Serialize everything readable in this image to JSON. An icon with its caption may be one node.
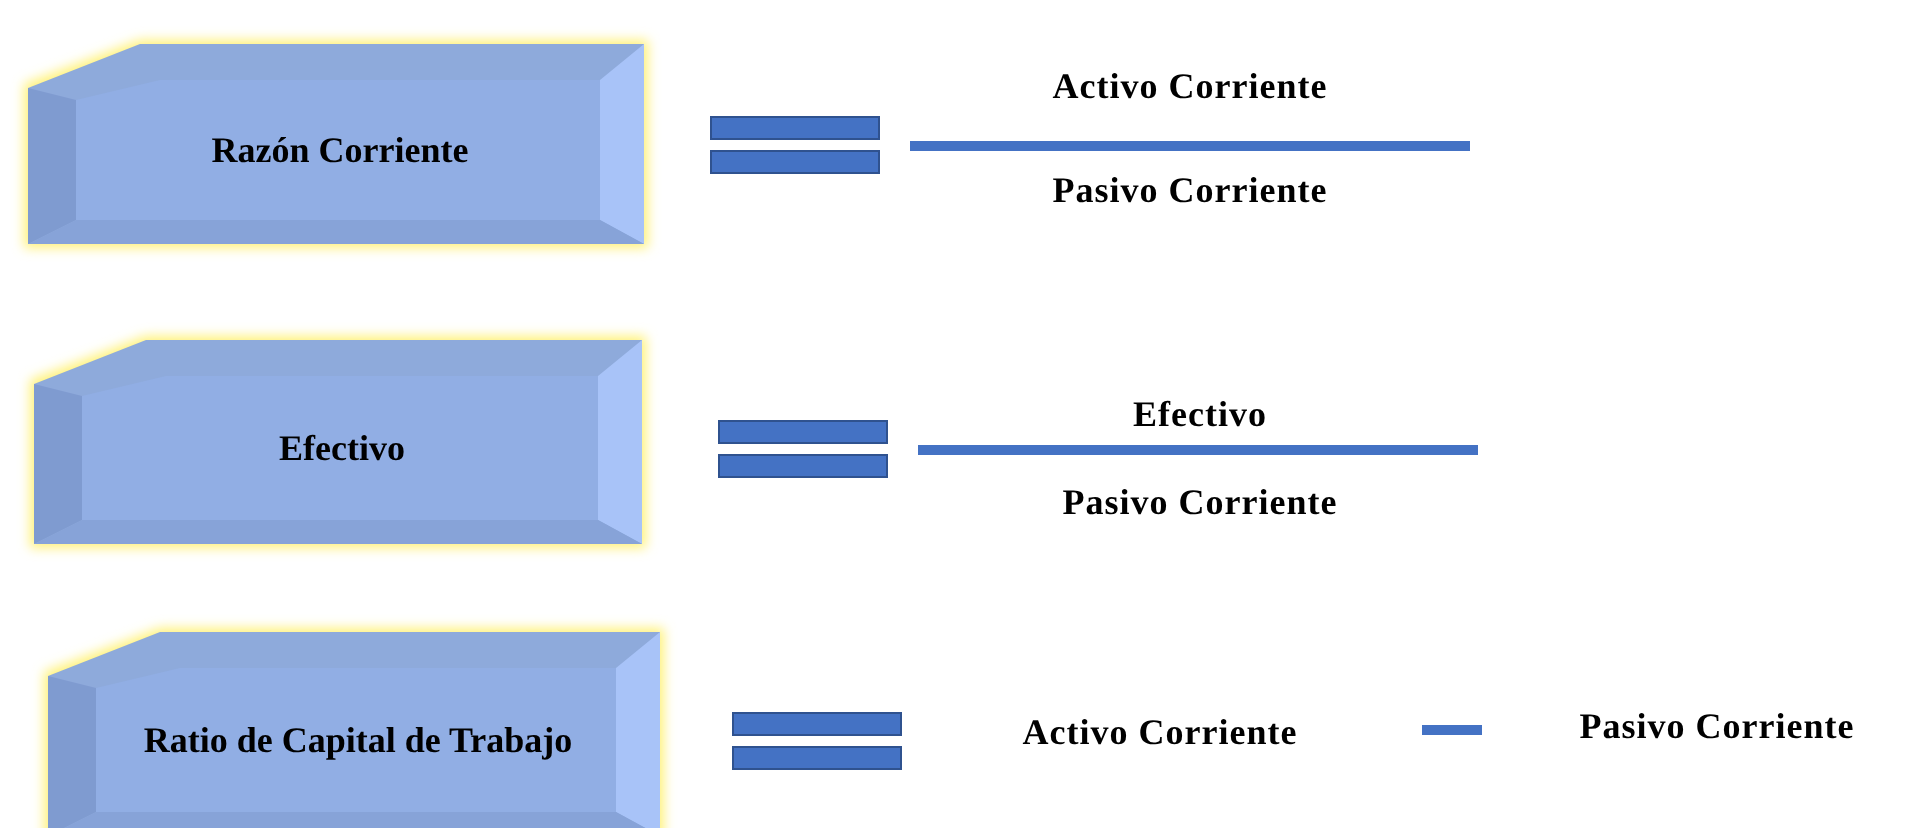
{
  "diagram": {
    "nodes": [
      {
        "text": [
          "Razón Corriente"
        ]
      },
      {
        "text": [
          "Efectivo"
        ]
      },
      {
        "text": [
          "Ratio de Capital de Trabajo"
        ]
      }
    ],
    "labels": [
      "Activo Corriente",
      "Pasivo Corriente",
      "Efectivo",
      "Pasivo Corriente",
      "Activo Corriente",
      "Pasivo Corriente"
    ]
  }
}
